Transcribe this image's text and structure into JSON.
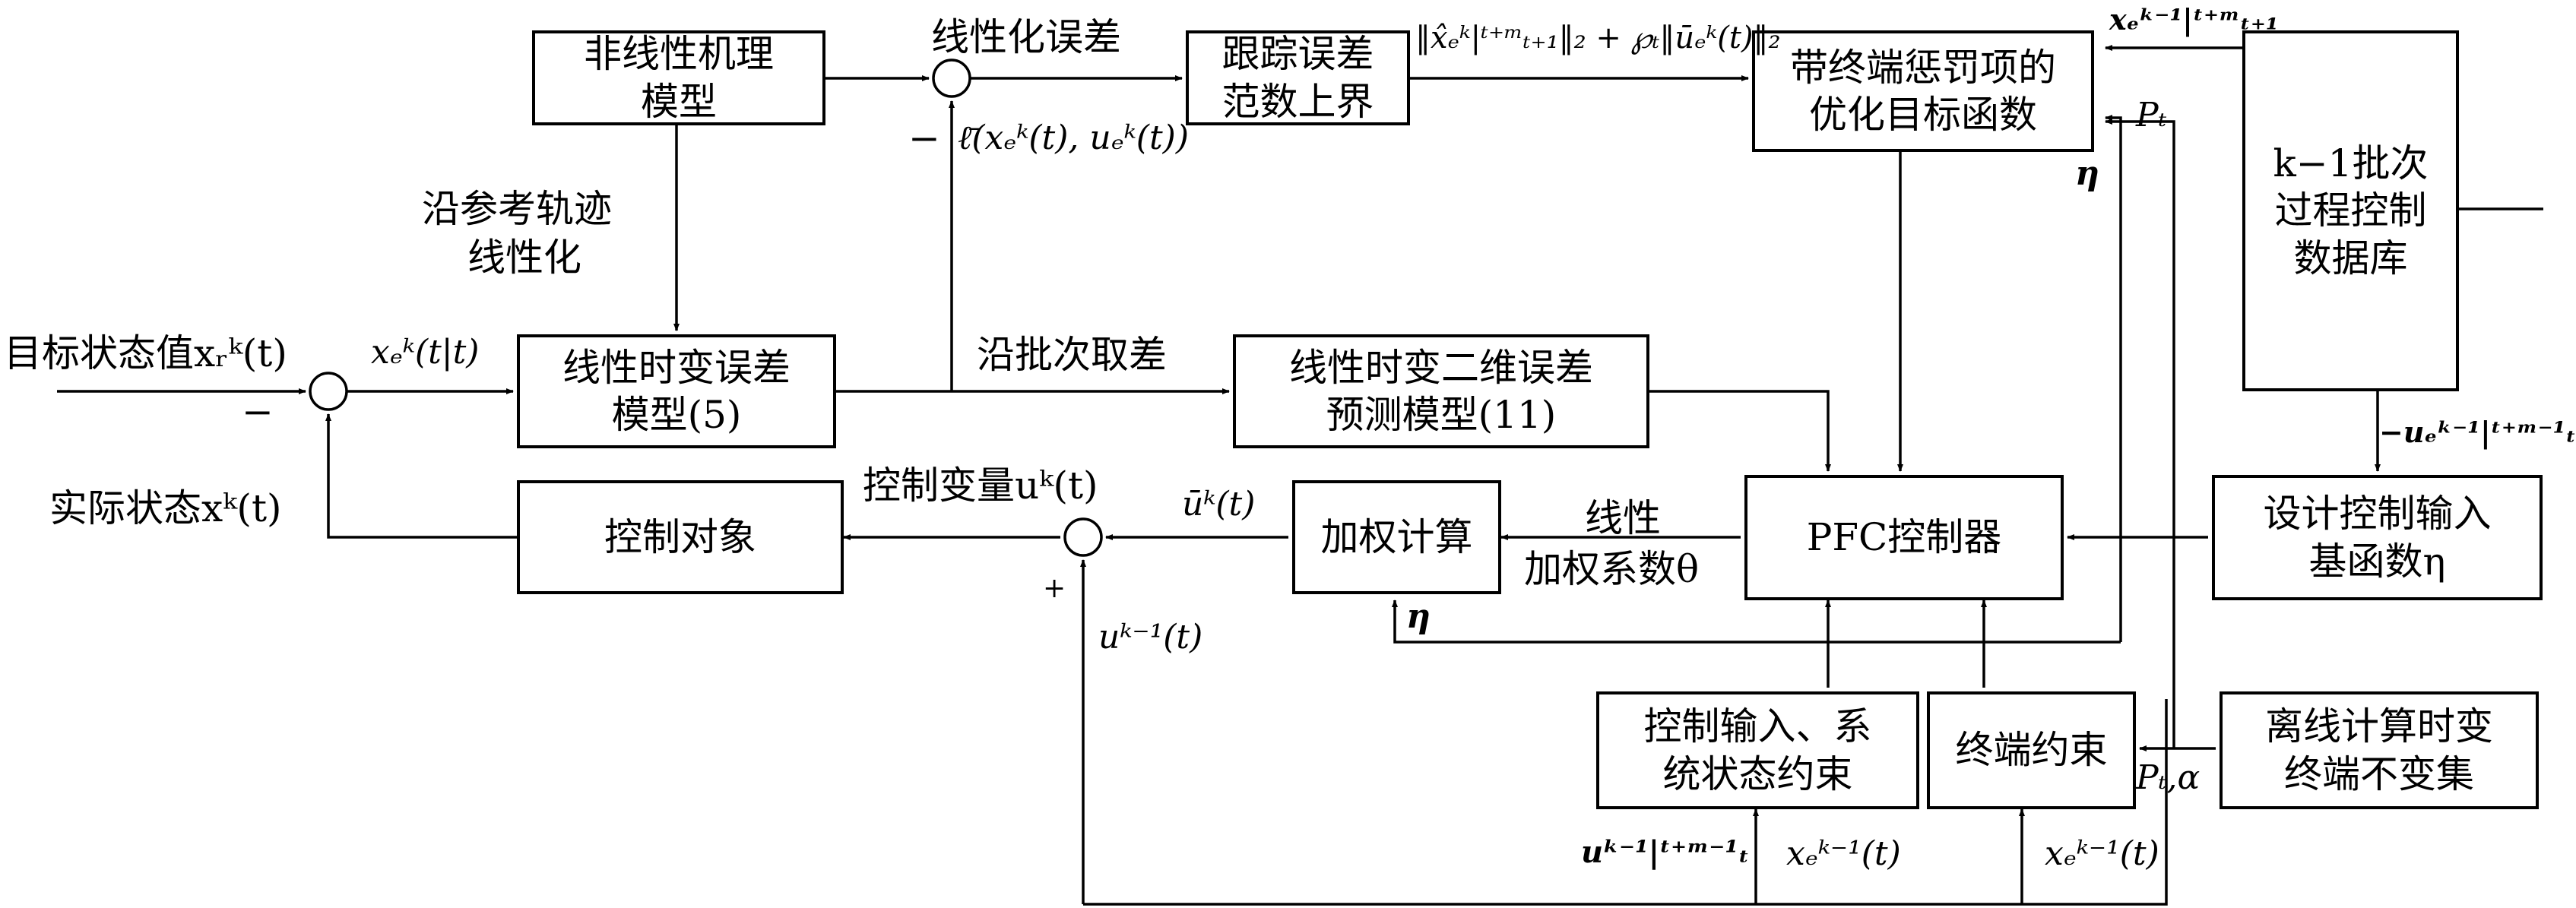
{
  "colors": {
    "line": "#000000",
    "background": "#ffffff"
  },
  "blocks": {
    "nonlinear_model": [
      "非线性机理",
      "模型"
    ],
    "tracking_bound": [
      "跟踪误差",
      "范数上界"
    ],
    "objective": [
      "带终端惩罚项的",
      "优化目标函数"
    ],
    "database": [
      "k−1批次",
      "过程控制",
      "数据库"
    ],
    "ltv_error_model": [
      "线性时变误差",
      "模型(5)"
    ],
    "ltv_2d_model": [
      "线性时变二维误差",
      "预测模型(11)"
    ],
    "plant": [
      "控制对象"
    ],
    "weighted_calc": [
      "加权计算"
    ],
    "pfc_controller": [
      "PFC控制器"
    ],
    "basis_design": [
      "设计控制输入",
      "基函数η"
    ],
    "io_constraints": [
      "控制输入、系",
      "统状态约束"
    ],
    "terminal_constraint": [
      "终端约束"
    ],
    "offline_set": [
      "离线计算时变",
      "终端不变集"
    ]
  },
  "labels": {
    "linearization_error": "线性化误差",
    "along_reference": [
      "沿参考轨迹",
      "线性化"
    ],
    "ell_expr": "ℓ̄(xₑᵏ(t), uₑᵏ(t))",
    "minus_top": "−",
    "norm_expr": "‖x̂ₑᵏ|ᵗ⁺ᵐₜ₊₁‖₂ + ℘ₜ‖ūₑᵏ(t)‖₂",
    "x_prev_label": "xₑᵏ⁻¹|ᵗ⁺ᵐₜ₊₁",
    "pt_label": "Pₜ",
    "eta_label_right": "η",
    "target_state": "目标状态值xᵣᵏ(t)",
    "minus_left": "−",
    "xe_label": "xₑᵏ(t|t)",
    "along_batch": "沿批次取差",
    "actual_state": "实际状态xᵏ(t)",
    "control_var": "控制变量uᵏ(t)",
    "ubar_label": "ūᵏ(t)",
    "linear_weight": [
      "线性",
      "加权系数θ"
    ],
    "eta_label_bottom": "η",
    "plus_sign": "+",
    "u_prev": "uᵏ⁻¹(t)",
    "u_e_prev_right": "−uₑᵏ⁻¹|ᵗ⁺ᵐ⁻¹ₜ",
    "pt_alpha": "Pₜ,α",
    "u_e_prev_bottom": "uᵏ⁻¹|ᵗ⁺ᵐ⁻¹ₜ",
    "x_e_prev_1": "xₑᵏ⁻¹(t)",
    "x_e_prev_2": "xₑᵏ⁻¹(t)"
  }
}
